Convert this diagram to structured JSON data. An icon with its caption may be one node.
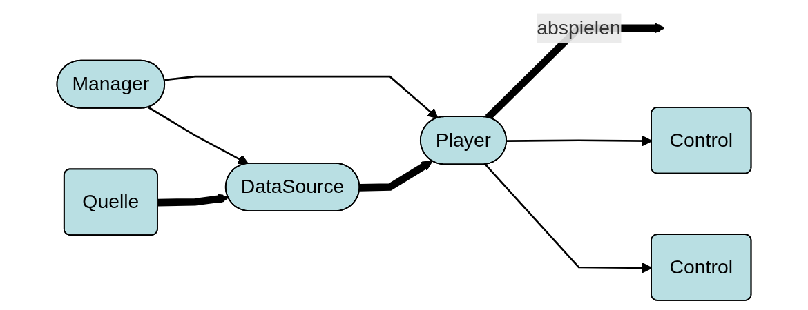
{
  "diagram": {
    "nodes": [
      {
        "text": [
          "Manager"
        ]
      },
      {
        "text": [
          "Quelle"
        ]
      },
      {
        "text": [
          "DataSource"
        ]
      },
      {
        "text": [
          "Player"
        ]
      },
      {
        "text": [
          "Control"
        ]
      },
      {
        "text": [
          "Control"
        ]
      }
    ],
    "edges": [
      {
        "from": 0,
        "to": 2,
        "arrow": "to"
      },
      {
        "from": 0,
        "to": 3,
        "arrow": "to"
      },
      {
        "from": 1,
        "to": 2,
        "arrow": "to",
        "style": "thick"
      },
      {
        "from": 2,
        "to": 3,
        "arrow": "to",
        "style": "thick"
      },
      {
        "from": 3,
        "to": null,
        "arrow": "to",
        "style": "thick",
        "label": "abspielen"
      },
      {
        "from": 3,
        "to": 4,
        "arrow": "to"
      },
      {
        "from": 3,
        "to": 5,
        "arrow": "to"
      }
    ]
  }
}
